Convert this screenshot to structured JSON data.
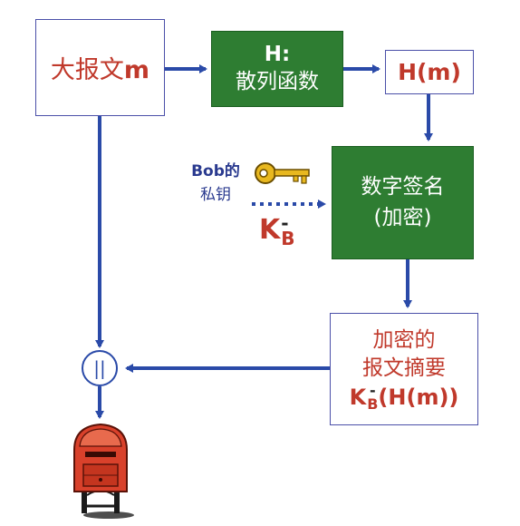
{
  "nodes": {
    "message": {
      "prefix": "大报文",
      "var": "m"
    },
    "hash_function": {
      "line1": "H:",
      "line2": "散列函数"
    },
    "hash_value": {
      "text": "H(m)"
    },
    "digital_signature": {
      "line1": "数字签名",
      "line2": "(加密)"
    },
    "encrypted_digest": {
      "line1": "加密的",
      "line2": "报文摘要",
      "key_base": "K",
      "key_sup": "-",
      "key_sub": "B",
      "suffix": "(H(m))"
    }
  },
  "private_key": {
    "label_line1": "Bob的",
    "label_line2": "私钥",
    "key_base": "K",
    "key_sup": "-",
    "key_sub": "B",
    "icon": "key-icon"
  },
  "concat_symbol": "||",
  "mailbox_icon": "mailbox-icon",
  "colors": {
    "border": "#4a4fa8",
    "arrow": "#2a4aa8",
    "green": "#2e7d32",
    "red_text": "#c0392b",
    "blue_text": "#2a3a8f",
    "key_gold": "#e8b820",
    "mailbox_red": "#d9412b"
  }
}
